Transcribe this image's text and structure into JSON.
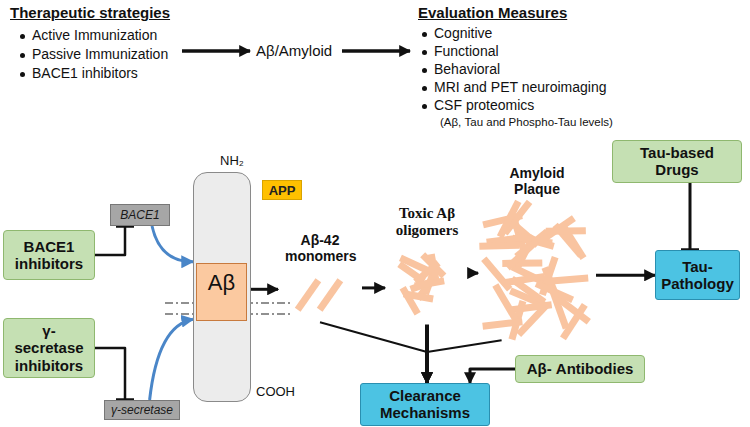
{
  "diagram": {
    "nodes": [
      {
        "text": [
          "NH₂",
          "COOH"
        ]
      },
      {
        "text": [
          "Aβ"
        ],
        "in": 0
      },
      {
        "text": [
          "APP"
        ]
      },
      {
        "text": [
          "BACE1 inhibitors"
        ]
      },
      {
        "text": [
          "BACE1"
        ]
      },
      {
        "text": [
          "γ-secretase inhibitors"
        ]
      },
      {
        "text": [
          "γ-secretase"
        ]
      },
      {
        "text": [
          "Aβ-42 monomers"
        ]
      },
      {
        "text": [
          "Toxic Aβ oligomers"
        ]
      },
      {
        "text": [
          "Amyloid Plaque"
        ]
      },
      {
        "text": [
          "Tau-based Drugs"
        ]
      },
      {
        "text": [
          "Tau-Pathology"
        ]
      },
      {
        "text": [
          "Aβ- Antibodies"
        ]
      },
      {
        "text": [
          "Clearance Mechanisms"
        ]
      }
    ],
    "edges": [
      {
        "from": 3,
        "to": 4,
        "arrow": "to"
      },
      {
        "from": 4,
        "to": 0,
        "arrow": "to"
      },
      {
        "from": 5,
        "to": 6,
        "arrow": "to"
      },
      {
        "from": 6,
        "to": 0,
        "arrow": "to"
      },
      {
        "from": 0,
        "to": 7,
        "arrow": "to"
      },
      {
        "from": 7,
        "to": 8,
        "arrow": "to"
      },
      {
        "from": 8,
        "to": 9,
        "arrow": "to"
      },
      {
        "from": 9,
        "to": 11,
        "arrow": "to"
      },
      {
        "from": 10,
        "to": 11,
        "arrow": "to"
      },
      {
        "from": 7,
        "to": 13,
        "arrow": "to"
      },
      {
        "from": 8,
        "to": 13,
        "arrow": "to"
      },
      {
        "from": 9,
        "to": 13,
        "arrow": "to"
      },
      {
        "from": 12,
        "to": 13,
        "arrow": "to"
      }
    ],
    "labels": [
      "Therapeutic strategies",
      "Active Immunization",
      "Passive Immunization",
      "BACE1 inhibitors",
      "Aβ/Amyloid",
      "Evaluation Measures",
      "Cognitive",
      "Functional",
      "Behavioral",
      "MRI and PET neuroimaging",
      "CSF proteomics",
      "(Aβ, Tau and Phospho-Tau levels)"
    ]
  }
}
